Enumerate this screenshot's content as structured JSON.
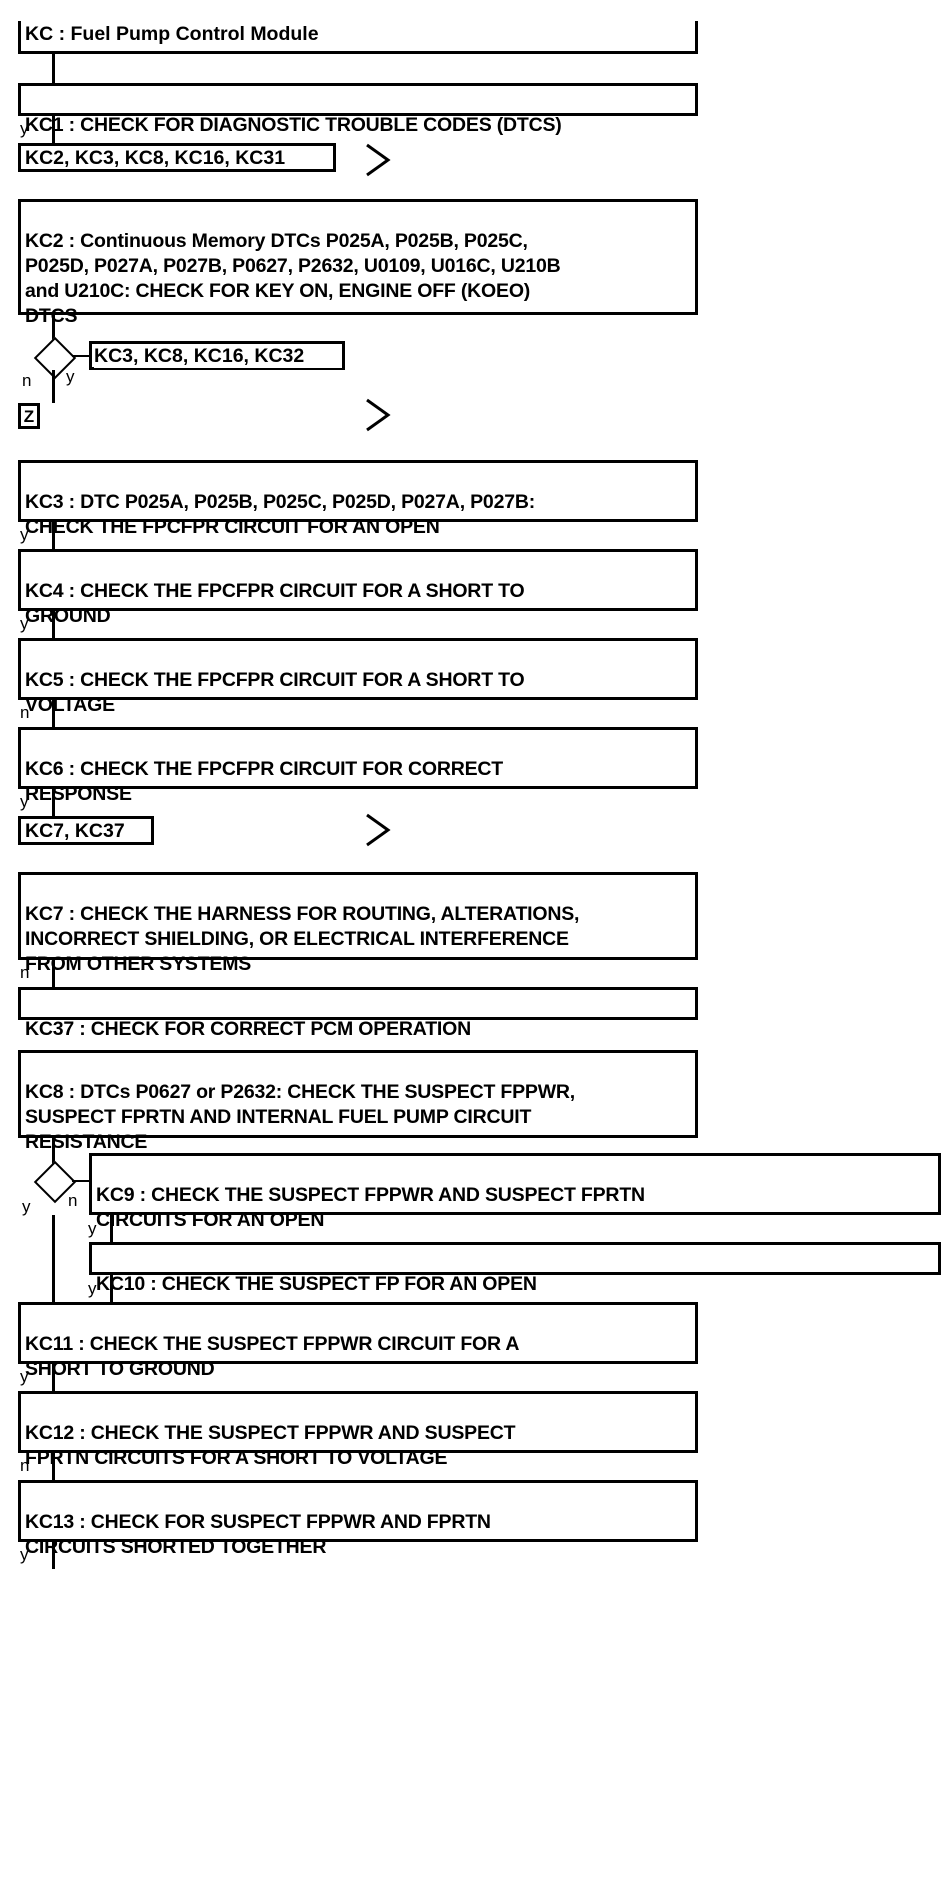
{
  "diagram": {
    "title": "KC : Fuel Pump Control Module",
    "type": "flowchart",
    "header": {
      "label": "KC : Fuel Pump Control Module"
    },
    "nodes": [
      {
        "id": "KC1",
        "label": "KC1 : CHECK FOR DIAGNOSTIC TROUBLE CODES (DTCS)"
      },
      {
        "id": "ref1",
        "label": "KC2, KC3, KC8, KC16, KC31"
      },
      {
        "id": "KC2",
        "label": "KC2 : Continuous Memory DTCs P025A, P025B, P025C,\nP025D, P027A, P027B, P0627, P2632, U0109, U016C, U210B\nand U210C: CHECK FOR KEY ON, ENGINE OFF (KOEO)\nDTCS"
      },
      {
        "id": "ref2",
        "label": "KC3, KC8, KC16, KC32"
      },
      {
        "id": "zbox",
        "label": "Z"
      },
      {
        "id": "KC3",
        "label": "KC3 : DTC P025A, P025B, P025C, P025D, P027A, P027B:\nCHECK THE FPCFPR CIRCUIT FOR AN OPEN"
      },
      {
        "id": "KC4",
        "label": "KC4 : CHECK THE FPCFPR CIRCUIT FOR A SHORT TO\nGROUND"
      },
      {
        "id": "KC5",
        "label": "KC5 : CHECK THE FPCFPR CIRCUIT FOR A SHORT TO\nVOLTAGE"
      },
      {
        "id": "KC6",
        "label": "KC6 : CHECK THE FPCFPR CIRCUIT FOR CORRECT\nRESPONSE"
      },
      {
        "id": "ref3",
        "label": "KC7, KC37"
      },
      {
        "id": "KC7",
        "label": "KC7 : CHECK THE HARNESS FOR ROUTING, ALTERATIONS,\nINCORRECT SHIELDING, OR ELECTRICAL INTERFERENCE\nFROM OTHER SYSTEMS"
      },
      {
        "id": "KC37",
        "label": "KC37 : CHECK FOR CORRECT PCM OPERATION"
      },
      {
        "id": "KC8",
        "label": "KC8 : DTCs P0627 or P2632: CHECK THE SUSPECT FPPWR,\nSUSPECT FPRTN AND INTERNAL FUEL PUMP CIRCUIT\nRESISTANCE"
      },
      {
        "id": "KC9",
        "label": "KC9 : CHECK THE SUSPECT FPPWR AND SUSPECT FPRTN\nCIRCUITS FOR AN OPEN"
      },
      {
        "id": "KC10",
        "label": "KC10 : CHECK THE SUSPECT FP FOR AN OPEN"
      },
      {
        "id": "KC11",
        "label": "KC11 : CHECK THE SUSPECT FPPWR CIRCUIT FOR A\nSHORT TO GROUND"
      },
      {
        "id": "KC12",
        "label": "KC12 : CHECK THE SUSPECT FPPWR AND SUSPECT\nFPRTN CIRCUITS FOR A SHORT TO VOLTAGE"
      },
      {
        "id": "KC13",
        "label": "KC13 : CHECK FOR SUSPECT FPPWR AND FPRTN\nCIRCUITS SHORTED TOGETHER"
      }
    ],
    "branch_labels": {
      "kc1_to_ref1": "y",
      "kc2_diamond_no": "n",
      "kc2_diamond_yes": "y",
      "kc3_to_kc4": "y",
      "kc4_to_kc5": "y",
      "kc5_to_kc6": "n",
      "kc6_to_ref3": "y",
      "kc7_to_kc37": "n",
      "kc8_diamond_yes": "y",
      "kc8_diamond_no": "n",
      "kc9_to_kc10": "y",
      "kc10_to_kc11": "y",
      "kc11_to_kc12": "y",
      "kc12_to_kc13": "n",
      "kc13_out": "y"
    },
    "colors": {
      "stroke": "#000000",
      "background": "#ffffff",
      "text": "#000000"
    }
  }
}
